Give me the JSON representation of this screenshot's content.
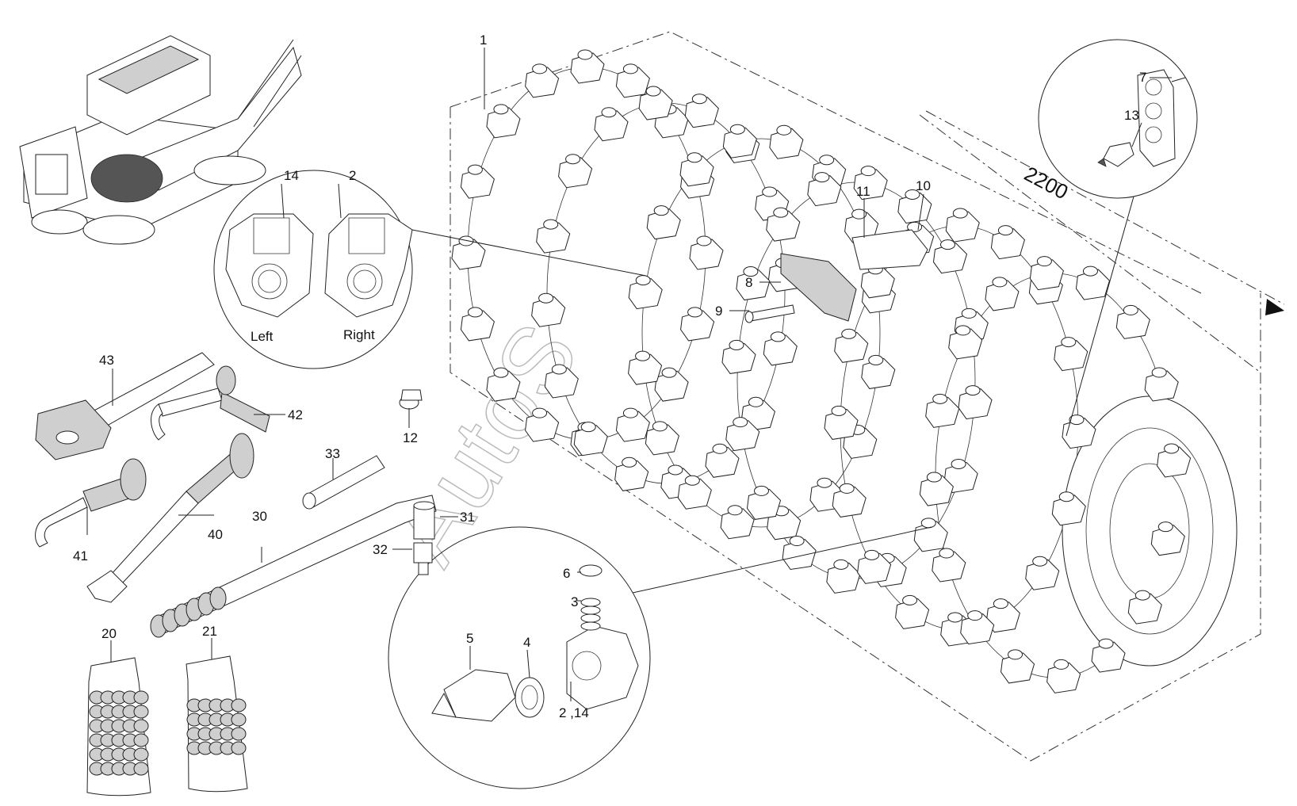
{
  "diagram": {
    "dimension_label": "2200",
    "watermark": "AutoS",
    "callouts": {
      "c1": "1",
      "c2": "2",
      "c3": "3",
      "c4": "4",
      "c5": "5",
      "c6": "6",
      "c7": "7",
      "c8": "8",
      "c9": "9",
      "c10": "10",
      "c11": "11",
      "c12": "12",
      "c13": "13",
      "c14": "14",
      "c20": "20",
      "c21": "21",
      "c30": "30",
      "c31": "31",
      "c32": "32",
      "c33": "33",
      "c40": "40",
      "c41": "41",
      "c42": "42",
      "c43": "43",
      "c2_14": "2 ,14"
    },
    "detail_labels": {
      "left": "Left",
      "right": "Right"
    }
  }
}
